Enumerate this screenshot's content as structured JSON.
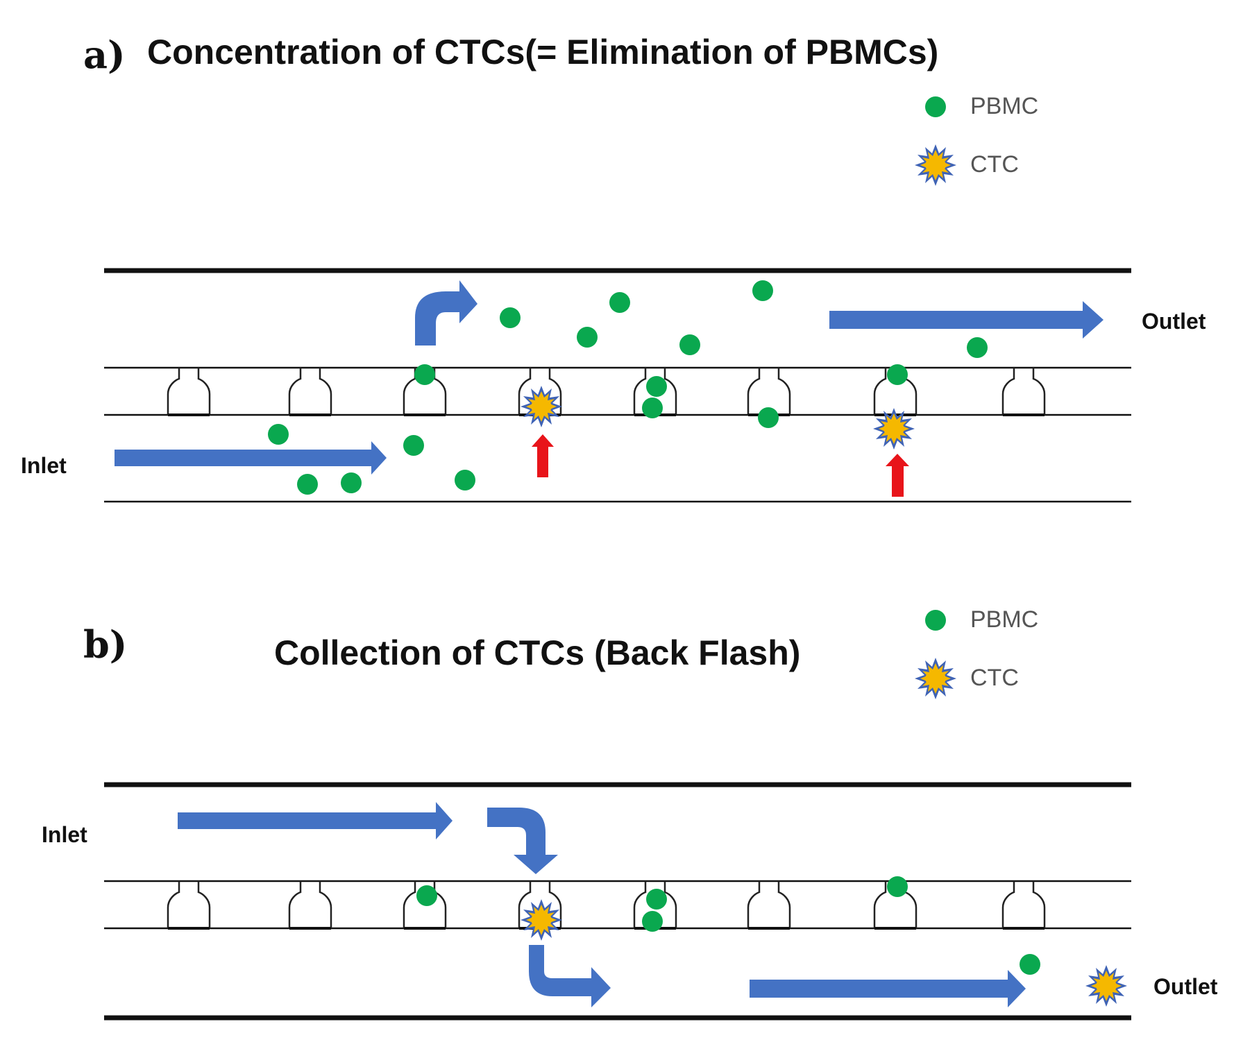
{
  "panel_a": {
    "letter": "a)",
    "title": "Concentration of CTCs(= Elimination of PBMCs)",
    "inlet_label": "Inlet",
    "outlet_label": "Outlet"
  },
  "panel_b": {
    "letter": "b)",
    "title": "Collection of CTCs (Back Flash)",
    "inlet_label": "Inlet",
    "outlet_label": "Outlet"
  },
  "legend": {
    "pbmc_label": "PBMC",
    "ctc_label": "CTC"
  },
  "colors": {
    "pbmc": "#0aa84f",
    "ctc": "#f5b800",
    "ctc_spikes": "#3f63b5",
    "flow_arrow": "#4472c4",
    "capture_arrow": "#e8141a",
    "wall": "#111111"
  },
  "icons": {
    "pbmc": "green-circle",
    "ctc": "yellow-spiky-star",
    "flow": "blue-block-arrow",
    "capture": "red-up-arrow"
  }
}
